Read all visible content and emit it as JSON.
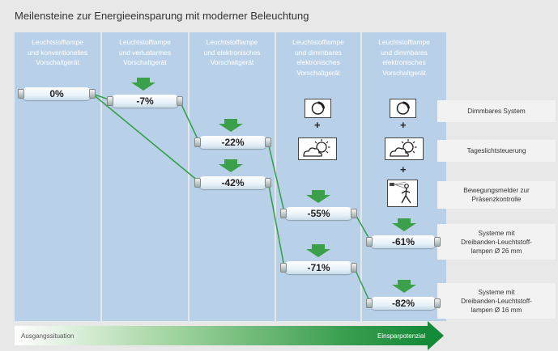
{
  "title": "Meilensteine zur Energieeinsparung mit moderner Beleuchtung",
  "columns": [
    {
      "lines": [
        "Leuchtstofflampe",
        "und konventionelles",
        "Vorschaltgerät"
      ]
    },
    {
      "lines": [
        "Leuchtstofflampe",
        "und verlustarmes",
        "Vorschaltgerät"
      ]
    },
    {
      "lines": [
        "Leuchtstofflampe",
        "und elektronisches",
        "Vorschaltgerät"
      ]
    },
    {
      "lines": [
        "Leuchtstofflampe",
        "und dimmbares",
        "elektronisches",
        "Vorschaltgerät"
      ]
    },
    {
      "lines": [
        "Leuchtstofflampe",
        "und dimmbares",
        "elektronisches",
        "Vorschaltgerät"
      ]
    }
  ],
  "savings": [
    "0%",
    "-7%",
    "-22%",
    "-42%",
    "-55%",
    "-71%",
    "-61%",
    "-82%"
  ],
  "right_labels": [
    [
      "Dimmbares System"
    ],
    [
      "Tageslichtsteuerung"
    ],
    [
      "Bewegungsmelder zur",
      "Präsenzkontrolle"
    ],
    [
      "Systeme mit",
      "Dreibanden-Leuchtstoff-",
      "lampen Ø 26 mm"
    ],
    [
      "Systeme mit",
      "Dreibanden-Leuchtstoff-",
      "lampen Ø 16 mm"
    ]
  ],
  "plus_sign": "+",
  "bottom": {
    "left": "Ausgangssituation",
    "right": "Einsparpotenzial"
  },
  "colors": {
    "column": "#b9d1e8",
    "arrow": "#3aa04a",
    "line": "#2f9e45",
    "label_bg": "#f2f2f2"
  }
}
